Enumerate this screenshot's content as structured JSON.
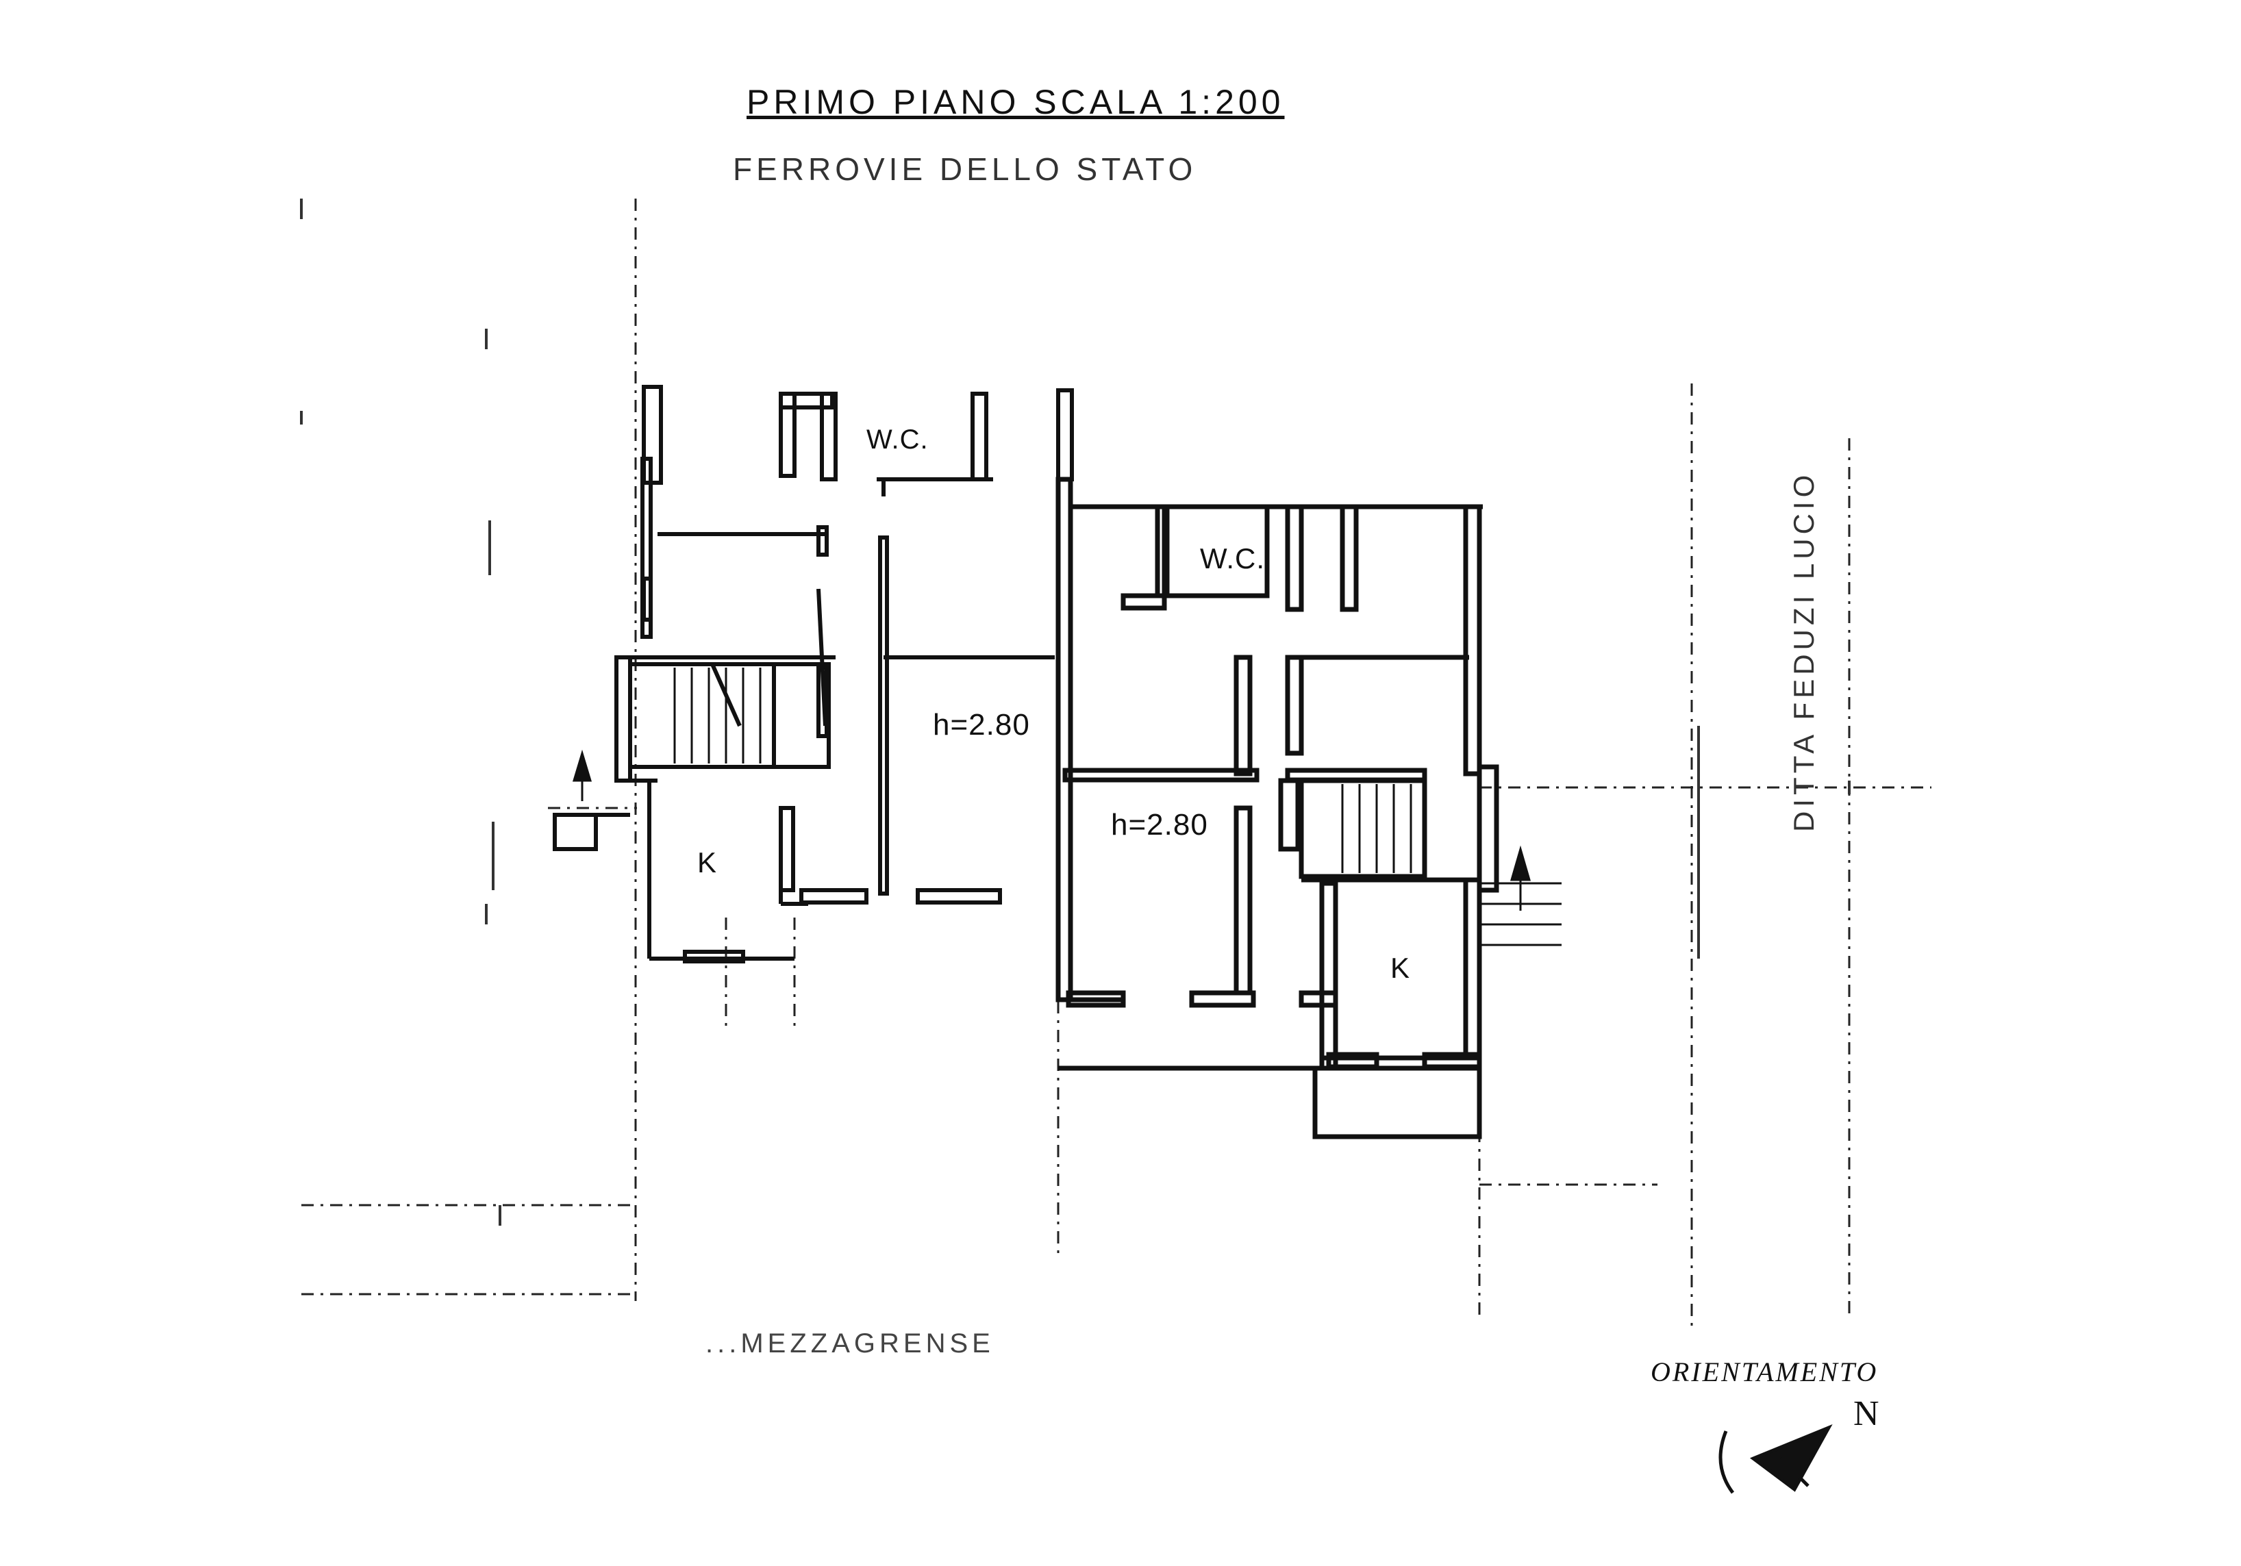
{
  "plan": {
    "title": "PRIMO PIANO SCALA 1:200",
    "subtitle": "FERROVIE DELLO STATO",
    "rooms": {
      "wc_left": "W.C.",
      "wc_right": "W.C.",
      "height_left": "h=2.80",
      "height_right": "h=2.80",
      "kitchen_left": "K",
      "kitchen_right": "K"
    },
    "street_bottom": "...MEZZAGRENSE",
    "street_right": "DITTA FEDUZI LUCIO",
    "orientation": {
      "label": "ORIENTAMENTO",
      "north": "N"
    },
    "colors": {
      "ink": "#111111",
      "paper": "#ffffff"
    }
  }
}
